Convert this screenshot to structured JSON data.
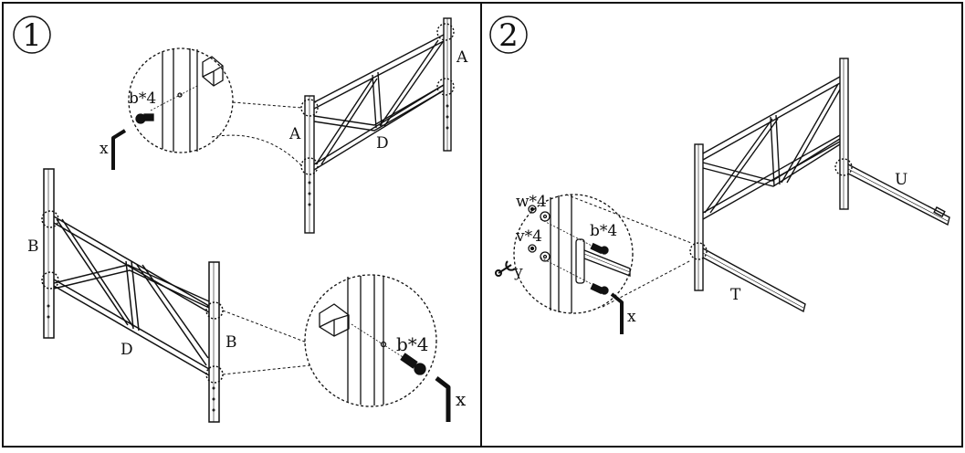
{
  "steps": {
    "step1": {
      "number": "1"
    },
    "step2": {
      "number": "2"
    }
  },
  "labels": {
    "step1": {
      "hardware_b": "b*4",
      "allen_key": "x",
      "post_top": "A",
      "post_mid": "A",
      "crossbar_upper": "D",
      "post_left": "B",
      "post_right": "B",
      "crossbar_lower": "D",
      "hardware_b_large": "b*4",
      "allen_key_large": "x"
    },
    "step2": {
      "washer_w": "w*4",
      "washer_v": "v*4",
      "wrench": "y",
      "hardware_b": "b*4",
      "allen_key": "x",
      "leg_t": "T",
      "leg_u": "U"
    }
  },
  "colors": {
    "line": "#111111",
    "background": "#ffffff"
  }
}
